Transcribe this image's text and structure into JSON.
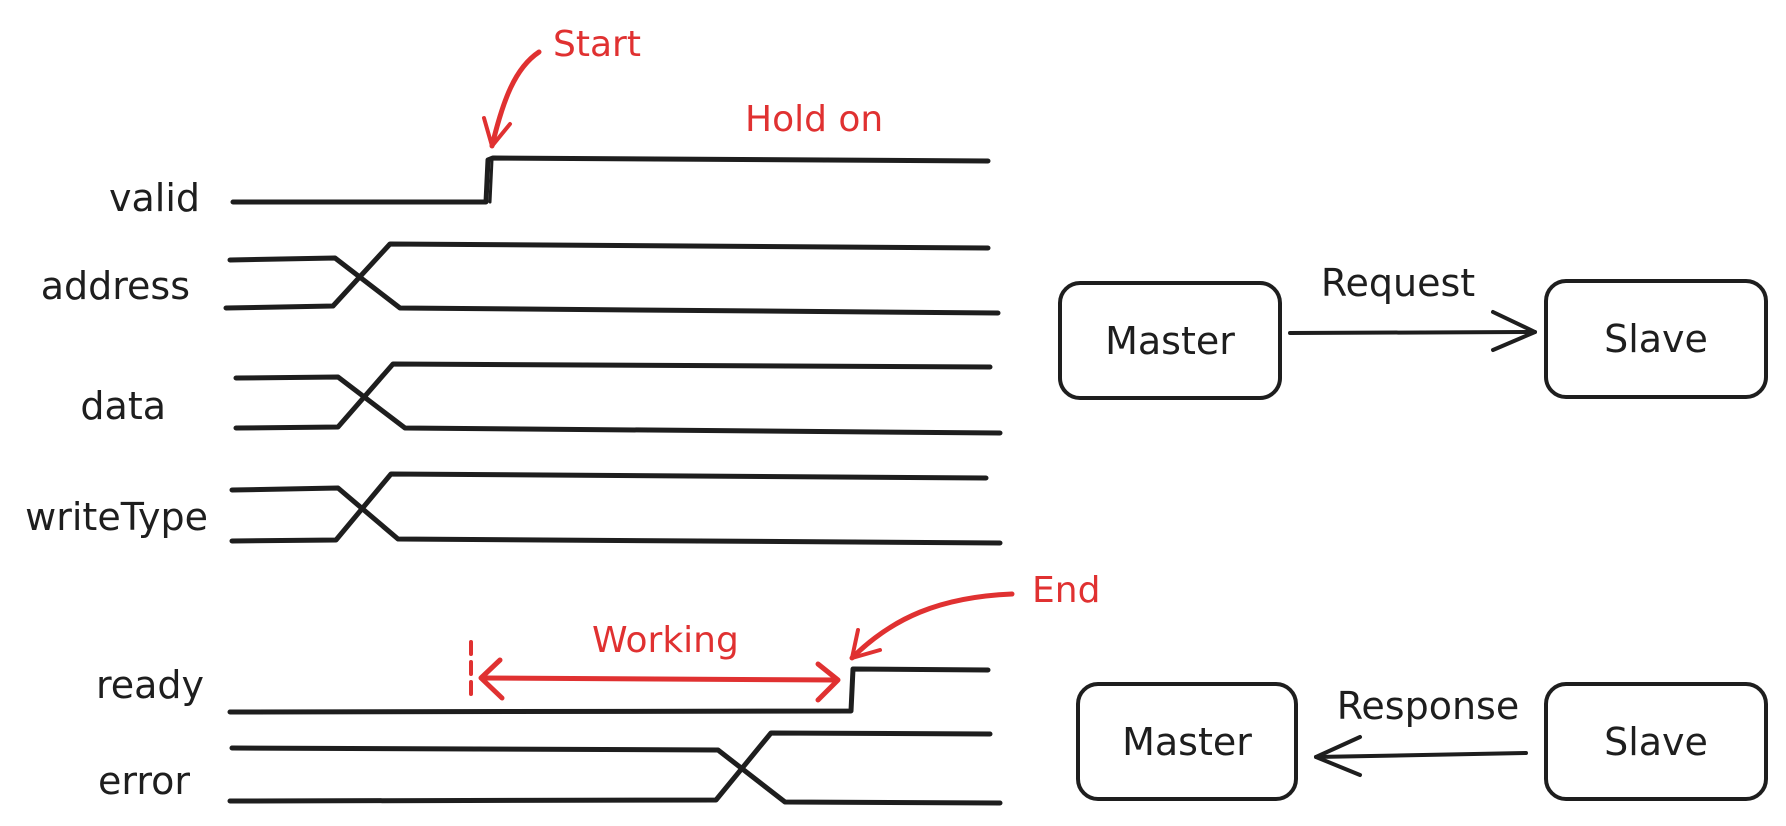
{
  "signals": {
    "valid": "valid",
    "address": "address",
    "data": "data",
    "writeType": "writeType",
    "ready": "ready",
    "error": "error"
  },
  "annotations": {
    "start": "Start",
    "hold_on": "Hold on",
    "working": "Working",
    "end": "End"
  },
  "request_flow": {
    "from": "Master",
    "to": "Slave",
    "label": "Request"
  },
  "response_flow": {
    "from": "Slave",
    "to": "Master",
    "label": "Response"
  },
  "colors": {
    "ink": "#1e1e1e",
    "annotation": "#e03131"
  }
}
